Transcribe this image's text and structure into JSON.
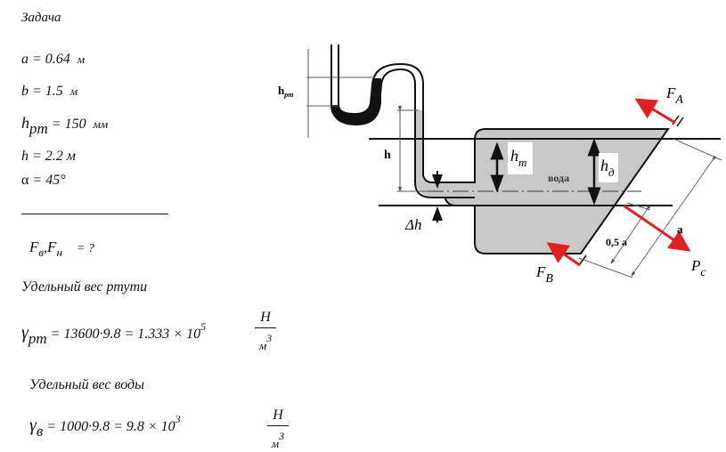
{
  "task_title": "Задача",
  "givens": {
    "a": {
      "symbol": "a",
      "eq": "=",
      "value": "0.64",
      "unit": "м"
    },
    "b": {
      "symbol": "b",
      "eq": "=",
      "value": "1.5",
      "unit": "м"
    },
    "hpm": {
      "symbol": "h",
      "sub": "pm",
      "eq": "=",
      "value": "150",
      "unit": "мм"
    },
    "h": {
      "symbol": "h",
      "eq": "=",
      "value": "2.2",
      "unit": "м"
    },
    "alpha": {
      "symbol": "α",
      "eq": "=",
      "value": "45°"
    }
  },
  "find": {
    "f1": "F",
    "f1_sub": "в",
    "sep": ",",
    "f2": "F",
    "f2_sub": "н",
    "rest": "= ?"
  },
  "mercury": {
    "label": "Удельный вес ртути",
    "symbol": "γ",
    "sub": "pm",
    "expr": "= 13600·9.8 = 1.333 × 10",
    "exp": "5",
    "unit_num": "Н",
    "unit_den": "м",
    "unit_exp": "3"
  },
  "water": {
    "label": "Удельный вес воды",
    "symbol": "γ",
    "sub": "в",
    "expr": "= 1000·9.8 = 9.8 × 10",
    "exp": "3",
    "unit_num": "Н",
    "unit_den": "м",
    "unit_exp": "3"
  },
  "diagram": {
    "hpm": "h",
    "hpm_sub": "pm",
    "h": "h",
    "dh": "Δh",
    "hm": "h",
    "hm_sub": "m",
    "hd": "h",
    "hd_sub": "д",
    "water": "вода",
    "fa": "F",
    "fa_sub": "A",
    "fb": "F",
    "fb_sub": "B",
    "pc": "P",
    "pc_sub": "c",
    "a": "a",
    "half_a": "0,5 a",
    "colors": {
      "water_fill": "#c8c8c8",
      "force_arrow": "#e02020",
      "mercury": "#111111"
    }
  }
}
